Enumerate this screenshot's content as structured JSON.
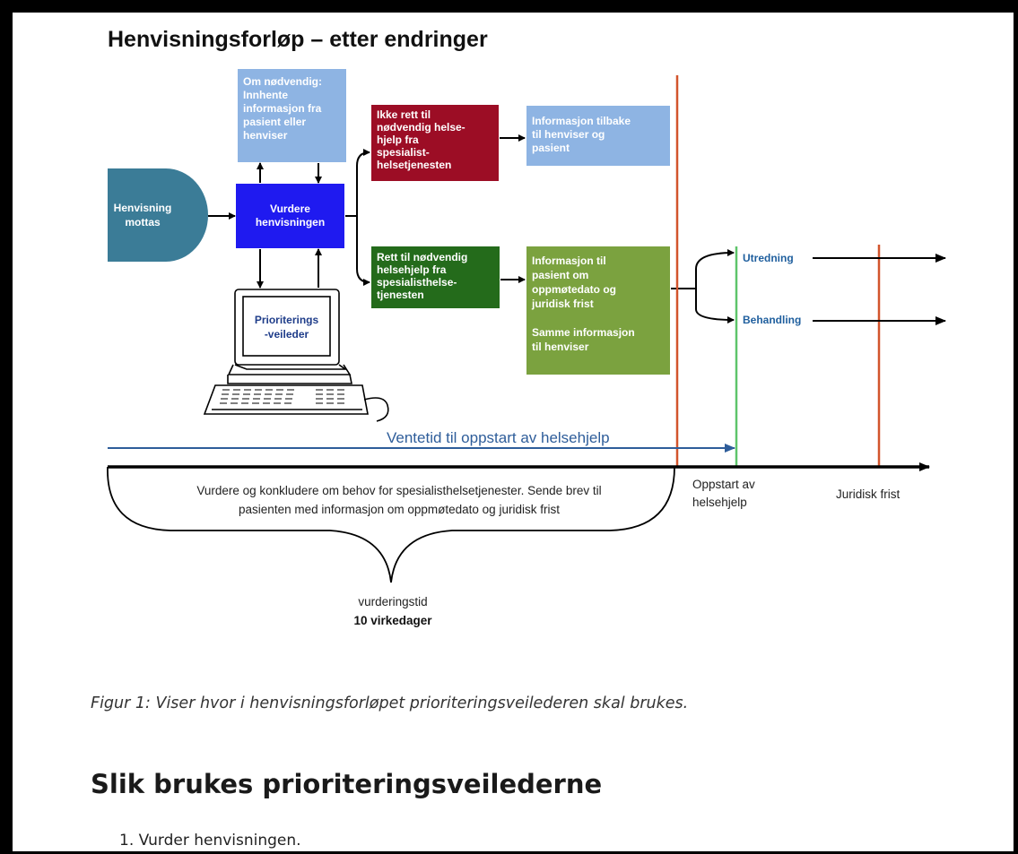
{
  "diagram": {
    "title": "Henvisningsforløp – etter endringer",
    "nodes": {
      "henvisning_mottas": "Henvisning\nmottas",
      "om_nodvendig": "Om nødvendig:\nInnhente\ninformasjon fra\npasient eller\nhenviser",
      "vurdere_henvisningen": "Vurdere\nhenvisningen",
      "prioriteringsveileder": "Prioriterings\n-veileder",
      "ikke_rett": "Ikke rett til\nnødvendig helse-\nhjelp fra\nspesialist-\nhelsetjenesten",
      "info_tilbake": "Informasjon tilbake\ntil henviser og\npasient",
      "rett_til": "Rett til nødvendig\nhelsehjelp fra\nspesialisthelse-\ntjenesten",
      "info_til_pasient": "Informasjon til\npasient om\noppmøtedato og\njuridisk frist\n\nSamme informasjon\ntil henviser",
      "utredning": "Utredning",
      "behandling": "Behandling"
    },
    "ventetid_label": "Ventetid til oppstart av helsehjelp",
    "timeline_note": "Vurdere og konkludere om behov for spesialisthelsetjenester. Sende brev til\npasienten med informasjon om oppmøtedato og juridisk frist",
    "oppstart_label": "Oppstart av\nhelsehjelp",
    "juridisk_frist_label": "Juridisk frist",
    "vurderingstid_label": "vurderingstid",
    "vurderingstid_value": "10 virkedager",
    "colors": {
      "teal": "#3b7c97",
      "light_blue": "#8eb4e3",
      "bright_blue": "#1f1af0",
      "dark_red": "#9c0d25",
      "dark_green": "#246b1b",
      "olive_green": "#7ba23f",
      "orange_line": "#d2542c",
      "green_line": "#5ec46a",
      "navy_arrow": "#2e5d9a",
      "label_blue": "#1f5f9e"
    }
  },
  "caption": "Figur 1: Viser hvor i henvisningsforløpet prioriteringsveilederen skal brukes.",
  "section_heading": "Slik brukes prioriteringsveilederne",
  "steps": [
    "1. Vurder henvisningen."
  ]
}
